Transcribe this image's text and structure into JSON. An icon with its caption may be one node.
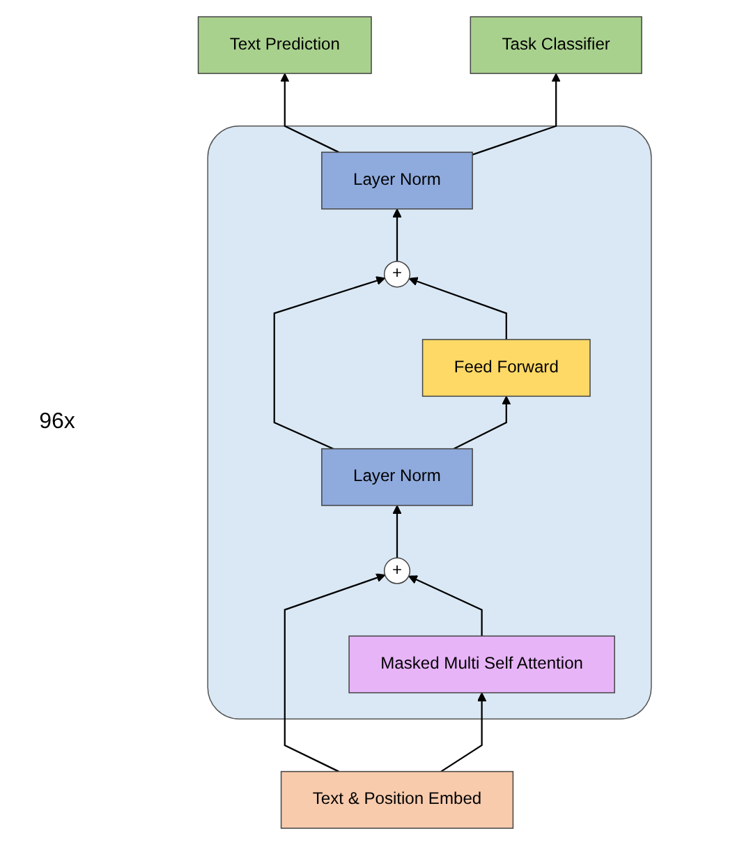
{
  "diagram": {
    "nodes": [
      {
        "text": [
          "Text Prediction"
        ]
      },
      {
        "text": [
          "Task Classifier"
        ]
      },
      {
        "text": [],
        "shape": "box"
      },
      {
        "text": [
          "Layer Norm"
        ],
        "in": 2
      },
      {
        "text": [
          "+"
        ],
        "in": 2
      },
      {
        "text": [
          "Feed Forward"
        ],
        "in": 2
      },
      {
        "text": [
          "Layer Norm"
        ],
        "in": 2
      },
      {
        "text": [
          "+"
        ],
        "in": 2
      },
      {
        "text": [
          "Masked Multi Self Attention"
        ],
        "in": 2
      },
      {
        "text": [
          "Text & Position Embed"
        ]
      }
    ],
    "edges": [
      {
        "from": 9,
        "to": 8,
        "arrow": "to"
      },
      {
        "from": 9,
        "to": 7,
        "arrow": "to"
      },
      {
        "from": 8,
        "to": 7,
        "arrow": "to"
      },
      {
        "from": 7,
        "to": 6,
        "arrow": "to"
      },
      {
        "from": 6,
        "to": 5,
        "arrow": "to"
      },
      {
        "from": 6,
        "to": 4,
        "arrow": "to"
      },
      {
        "from": 5,
        "to": 4,
        "arrow": "to"
      },
      {
        "from": 4,
        "to": 3,
        "arrow": "to"
      },
      {
        "from": 3,
        "to": 0,
        "arrow": "to"
      },
      {
        "from": 3,
        "to": 1,
        "arrow": "to"
      }
    ],
    "labels": [
      "96x"
    ]
  }
}
